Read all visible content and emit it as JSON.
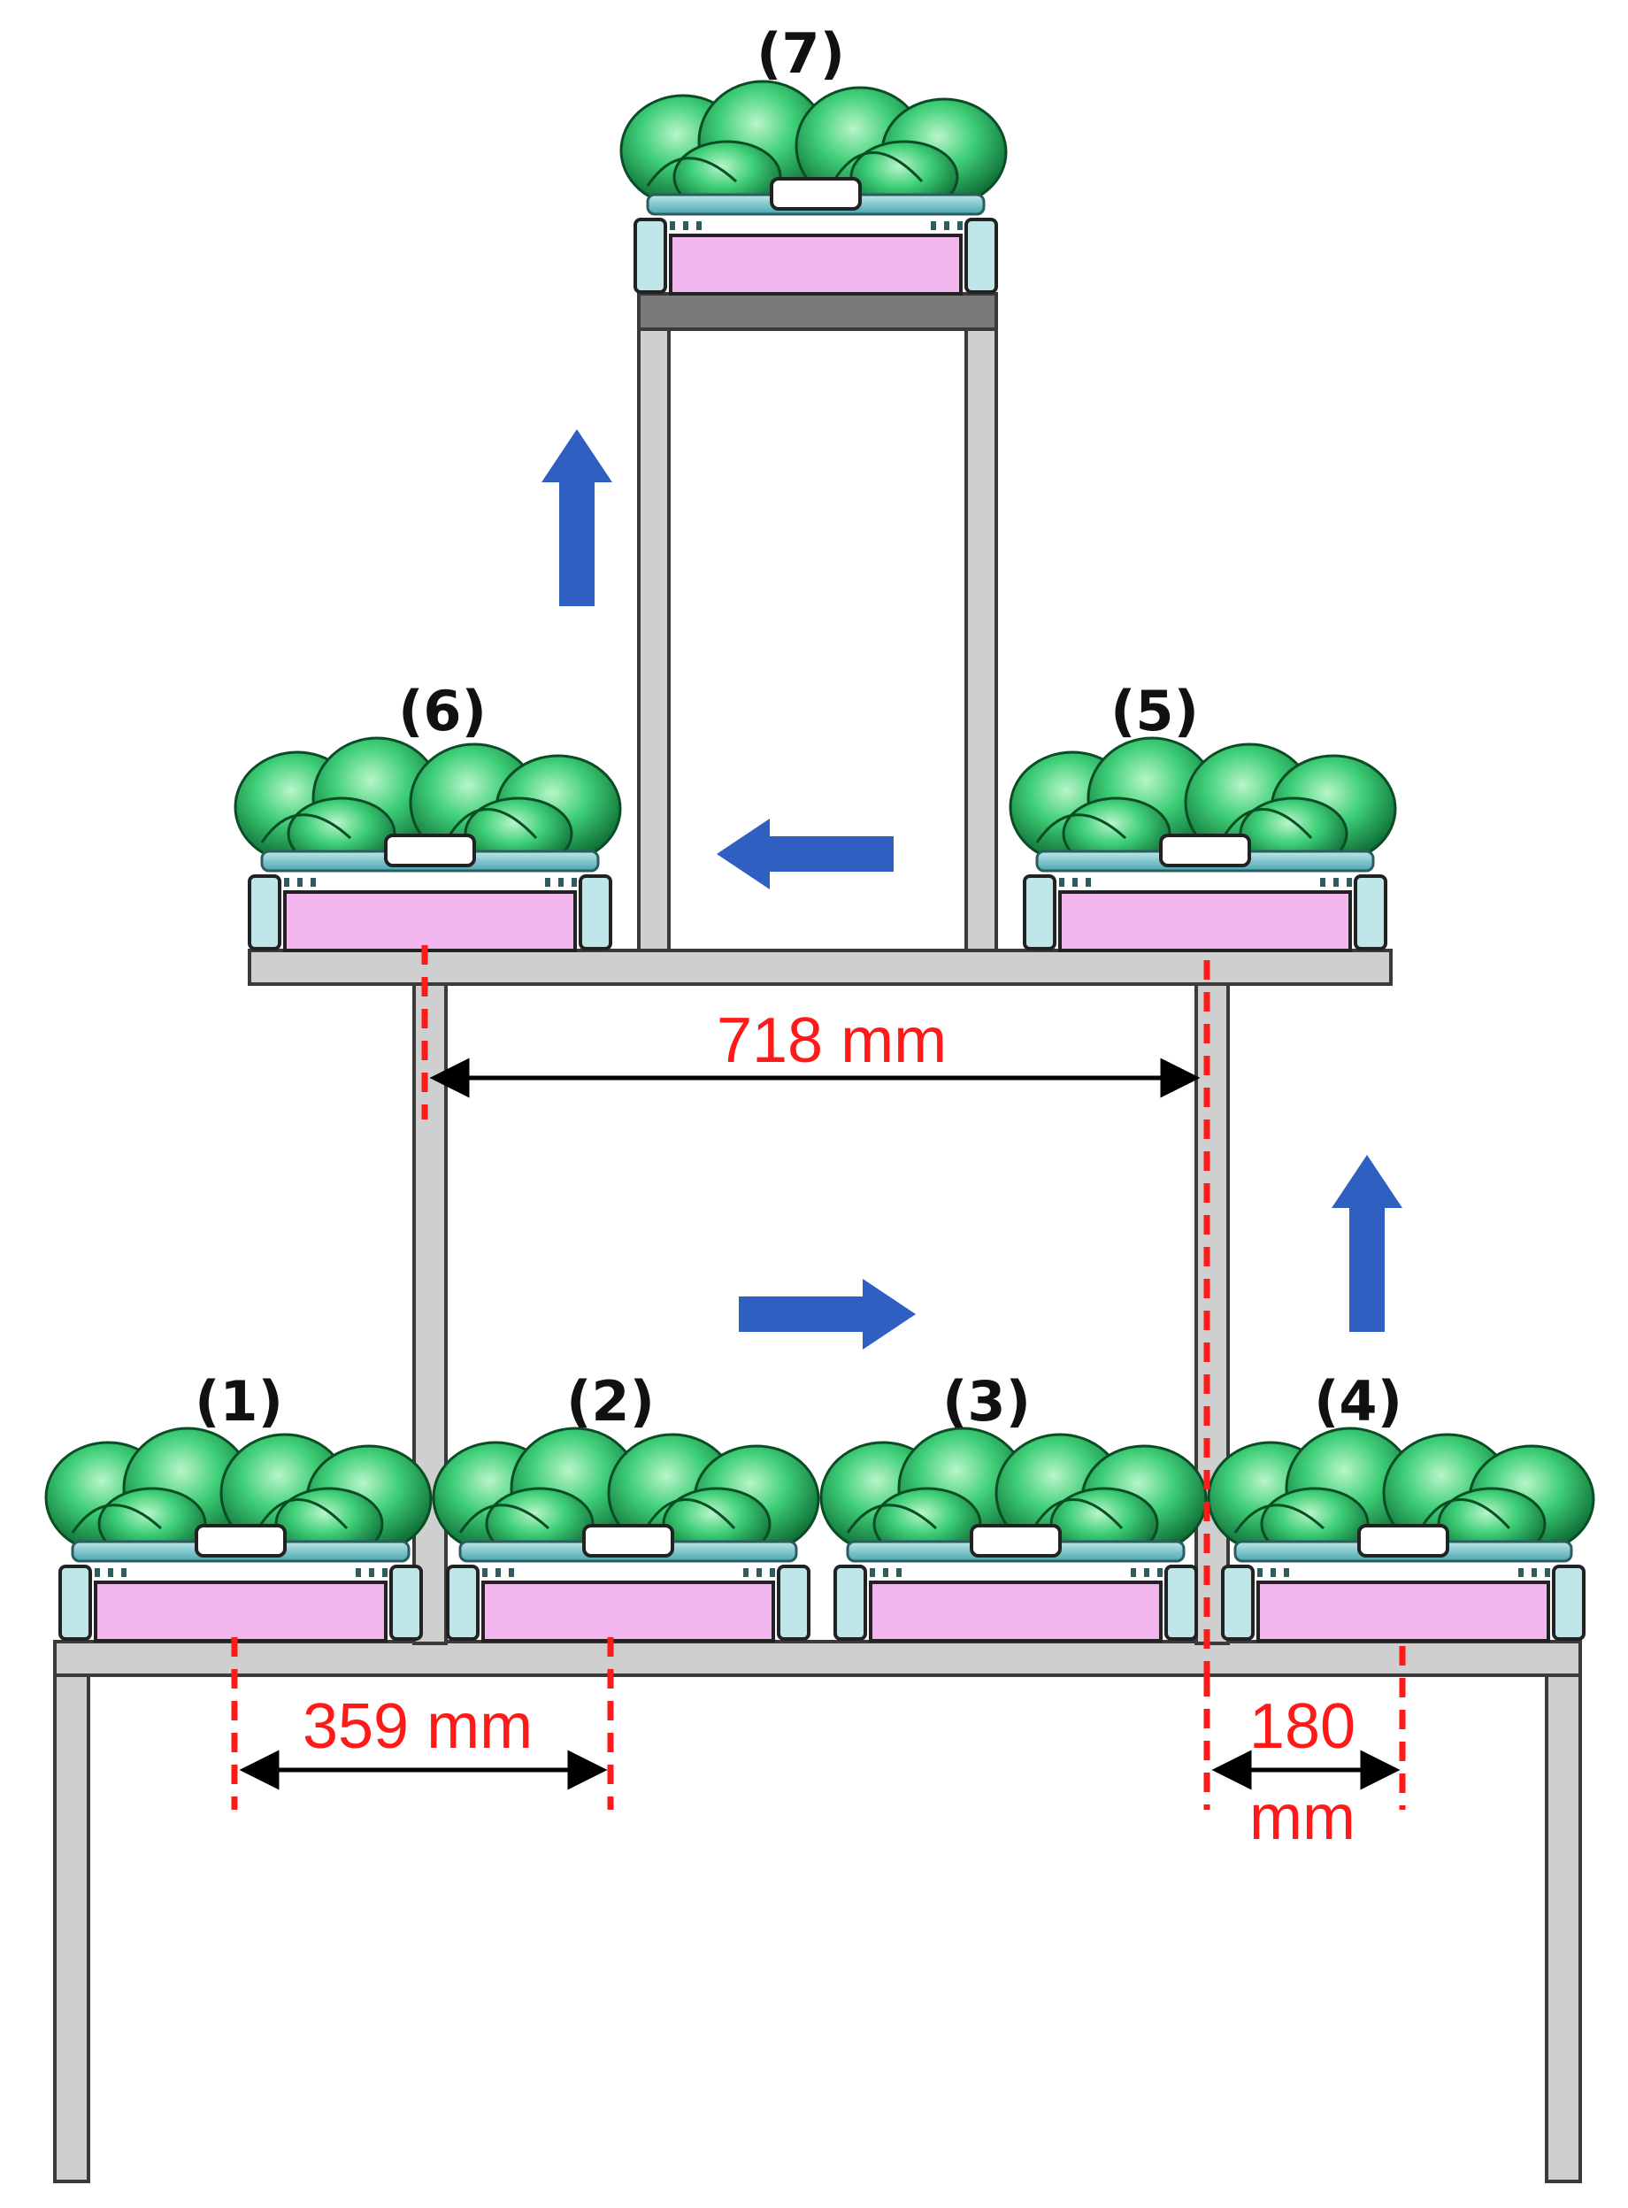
{
  "positions": [
    {
      "label": "(1)"
    },
    {
      "label": "(2)"
    },
    {
      "label": "(3)"
    },
    {
      "label": "(4)"
    },
    {
      "label": "(5)"
    },
    {
      "label": "(6)"
    },
    {
      "label": "(7)"
    }
  ],
  "dimensions": {
    "top_span": "718 mm",
    "pot_spacing": "359 mm",
    "edge_offset_value": "180",
    "edge_offset_unit": "mm"
  },
  "colors": {
    "frame": "#cfcfcf",
    "frame_edge": "#3a3a3a",
    "tray": "#f2b6ee",
    "foliage": "#2fbf6a",
    "foliage_dark": "#0f7a3a",
    "arrow": "#2f5fc0",
    "dimension": "#ff1a1a",
    "dimension_arrow": "#000000"
  },
  "icons": {
    "flow_arrow": "arrow-icon",
    "plant": "lettuce-icon"
  }
}
